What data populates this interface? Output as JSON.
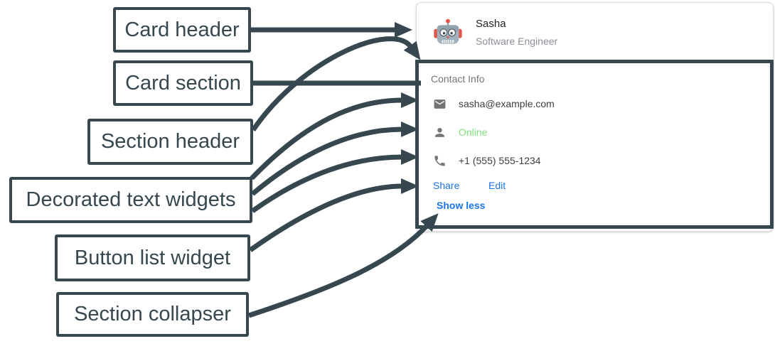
{
  "annotations": {
    "labels": [
      {
        "id": "card-header",
        "text": "Card header"
      },
      {
        "id": "card-section",
        "text": "Card section"
      },
      {
        "id": "section-header",
        "text": "Section header"
      },
      {
        "id": "decorated-text",
        "text": "Decorated text widgets"
      },
      {
        "id": "button-list",
        "text": "Button list widget"
      },
      {
        "id": "section-collapser",
        "text": "Section collapser"
      }
    ]
  },
  "card": {
    "header": {
      "avatar": "robot-avatar",
      "title": "Sasha",
      "subtitle": "Software Engineer"
    },
    "section": {
      "header": "Contact Info",
      "rows": [
        {
          "icon": "email-icon",
          "text": "sasha@example.com"
        },
        {
          "icon": "person-icon",
          "text": "Online"
        },
        {
          "icon": "phone-icon",
          "text": "+1 (555) 555-1234"
        }
      ],
      "buttons": [
        "Share",
        "Edit"
      ],
      "collapser": "Show less"
    }
  },
  "colors": {
    "annotation_dark": "#37474f",
    "button_blue": "#1a73e8",
    "online_green": "#80e27e",
    "icon_gray": "#757575",
    "card_border": "#dadce0",
    "name_text": "#202124",
    "subtitle_text": "#8a9096",
    "section_header_text": "#70757a",
    "row_text": "#3c4043"
  }
}
